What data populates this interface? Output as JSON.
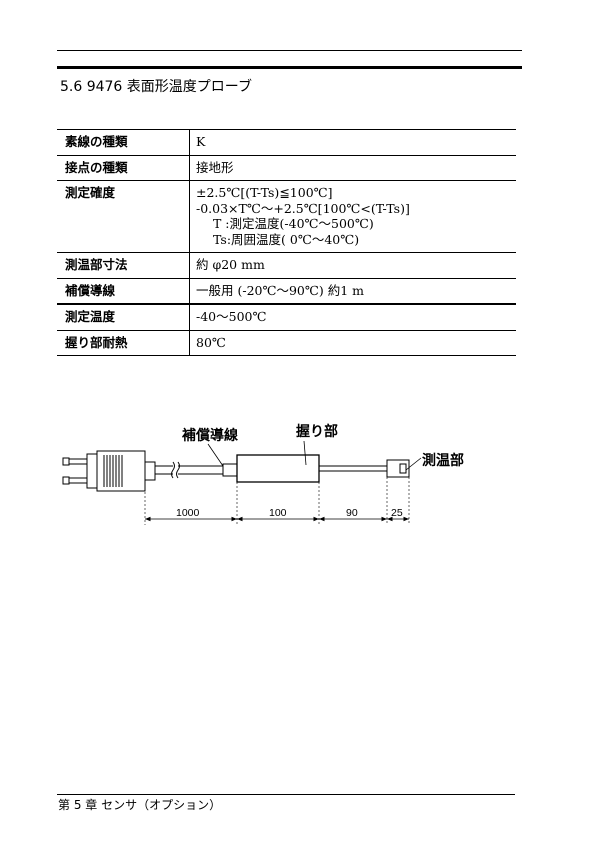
{
  "section_title": "5.6   9476 表面形温度プローブ",
  "spec_rows": [
    {
      "label": "素線の種類",
      "lines": [
        "K"
      ]
    },
    {
      "label": "接点の種類",
      "lines": [
        "接地形"
      ]
    },
    {
      "label": "測定確度",
      "lines": [
        "±2.5℃[(T-Ts)≦100℃]",
        "-0.03×T℃～+2.5℃[100℃<(T-Ts)]",
        "T  :測定温度(-40℃～500℃)",
        "Ts:周囲温度(  0℃～40℃)"
      ]
    },
    {
      "label": "測温部寸法",
      "lines": [
        "約 φ20 mm"
      ]
    },
    {
      "label": "補償導線",
      "lines": [
        "一般用 (-20℃～90℃) 約1 m"
      ]
    },
    {
      "label": "測定温度",
      "lines": [
        "-40～500℃"
      ]
    },
    {
      "label": "握り部耐熱",
      "lines": [
        "80℃"
      ]
    }
  ],
  "diagram": {
    "labels": {
      "compensation_wire": "補償導線",
      "grip": "握り部",
      "sensing_part": "測温部"
    },
    "dimensions": [
      "1000",
      "100",
      "90",
      "25"
    ]
  },
  "footer": "第 5 章   センサ（オプション）"
}
